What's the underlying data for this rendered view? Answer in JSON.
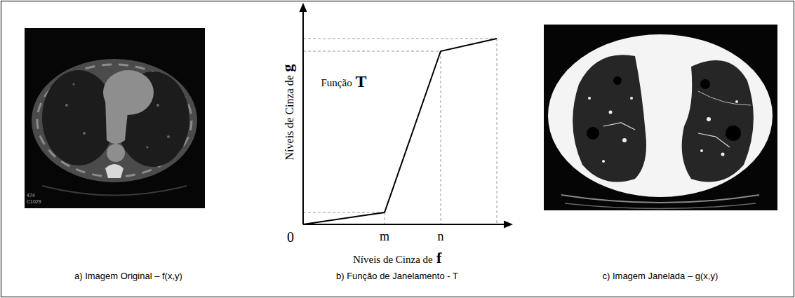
{
  "diagram": {
    "labels": [
      "Níveis de Cinza de",
      "g",
      "Função",
      "T",
      "0",
      "m",
      "n",
      "Níveis de Cinza de",
      "f",
      "474",
      "C1029",
      "a) Imagem Original – f(x,y)",
      "b) Função de Janelamento - T",
      "c) Imagem Janelada – g(x,y)"
    ]
  }
}
